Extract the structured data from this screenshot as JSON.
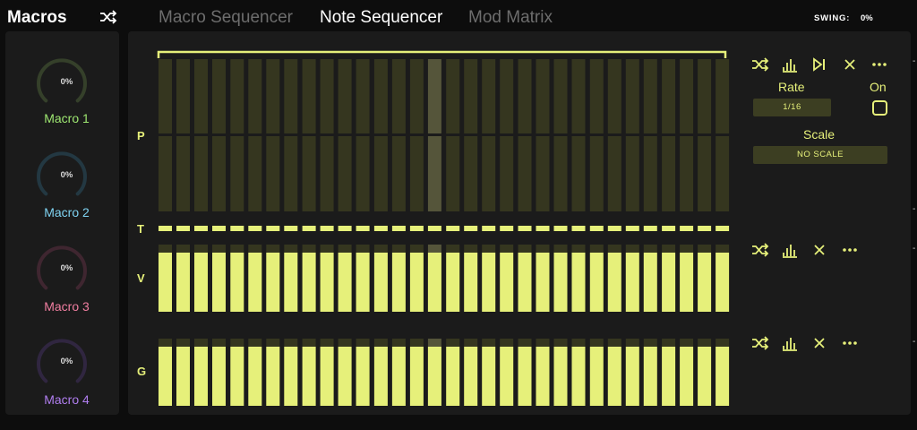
{
  "header": {
    "macros_title": "Macros",
    "tabs": [
      {
        "label": "Macro Sequencer",
        "active": false
      },
      {
        "label": "Note Sequencer",
        "active": true
      },
      {
        "label": "Mod Matrix",
        "active": false
      }
    ],
    "swing_label": "SWING:",
    "swing_value": "0%"
  },
  "macros": [
    {
      "label": "Macro 1",
      "value": "0%",
      "color": "#9fe872",
      "ring": "#35402a"
    },
    {
      "label": "Macro 2",
      "value": "0%",
      "color": "#7fd3f2",
      "ring": "#233842"
    },
    {
      "label": "Macro 3",
      "value": "0%",
      "color": "#f07ea0",
      "ring": "#3f2630"
    },
    {
      "label": "Macro 4",
      "value": "0%",
      "color": "#b07ef0",
      "ring": "#302640"
    }
  ],
  "sequencer": {
    "steps": 32,
    "highlight_step": 15,
    "rows": {
      "pitch": "P",
      "trigger": "T",
      "velocity": "V",
      "gate": "G"
    },
    "velocity_level": 0.88,
    "gate_level": 0.88
  },
  "controls": {
    "pitch": {
      "icons": [
        "shuffle-icon",
        "bars-icon",
        "skip-end-icon",
        "close-icon",
        "more-icon"
      ],
      "rate_label": "Rate",
      "rate_value": "1/16",
      "on_label": "On",
      "scale_label": "Scale",
      "scale_value": "NO SCALE"
    },
    "velocity": {
      "icons": [
        "shuffle-icon",
        "bars-icon",
        "close-icon",
        "more-icon"
      ]
    },
    "gate": {
      "icons": [
        "shuffle-icon",
        "bars-icon",
        "close-icon",
        "more-icon"
      ]
    }
  },
  "colors": {
    "accent": "#e6f07a",
    "step_dark": "#35361f",
    "step_highlight": "#55553a",
    "panel": "#1b1b1b",
    "background": "#0d0d0d"
  }
}
